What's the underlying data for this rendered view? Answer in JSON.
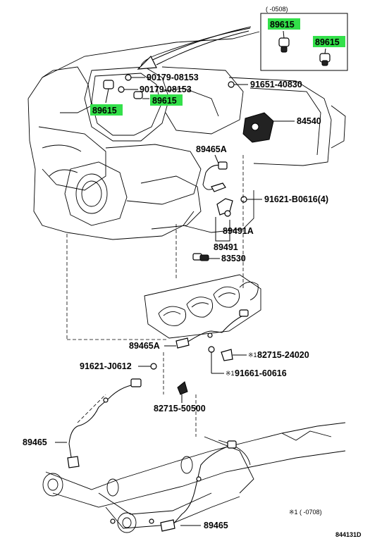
{
  "diagram_id": "844131D",
  "inset": {
    "date_note": "( -0508)",
    "labels": [
      "89615",
      "89615"
    ]
  },
  "highlight_color": "#33e04a",
  "labels": {
    "p90179_a": "90179-08153",
    "p90179_b": "90179-08153",
    "p89615_main_a": "89615",
    "p89615_main_b": "89615",
    "p91651": "91651-40830",
    "p84540": "84540",
    "p89465A_top": "89465A",
    "p91621_B": "91621-B0616(4)",
    "p89491A": "89491A",
    "p89491": "89491",
    "p83530": "83530",
    "p89465A_mid": "89465A",
    "p82715_24020": "82715-24020",
    "p91621_J": "91621-J0612",
    "p91661": "91661-60616",
    "p82715_50500": "82715-50500",
    "p89465_left": "89465",
    "p89465_bottom": "89465"
  },
  "notes": {
    "mark_1": "※1",
    "mark_2": "※1",
    "footnote": "※1 (    -0708)"
  }
}
